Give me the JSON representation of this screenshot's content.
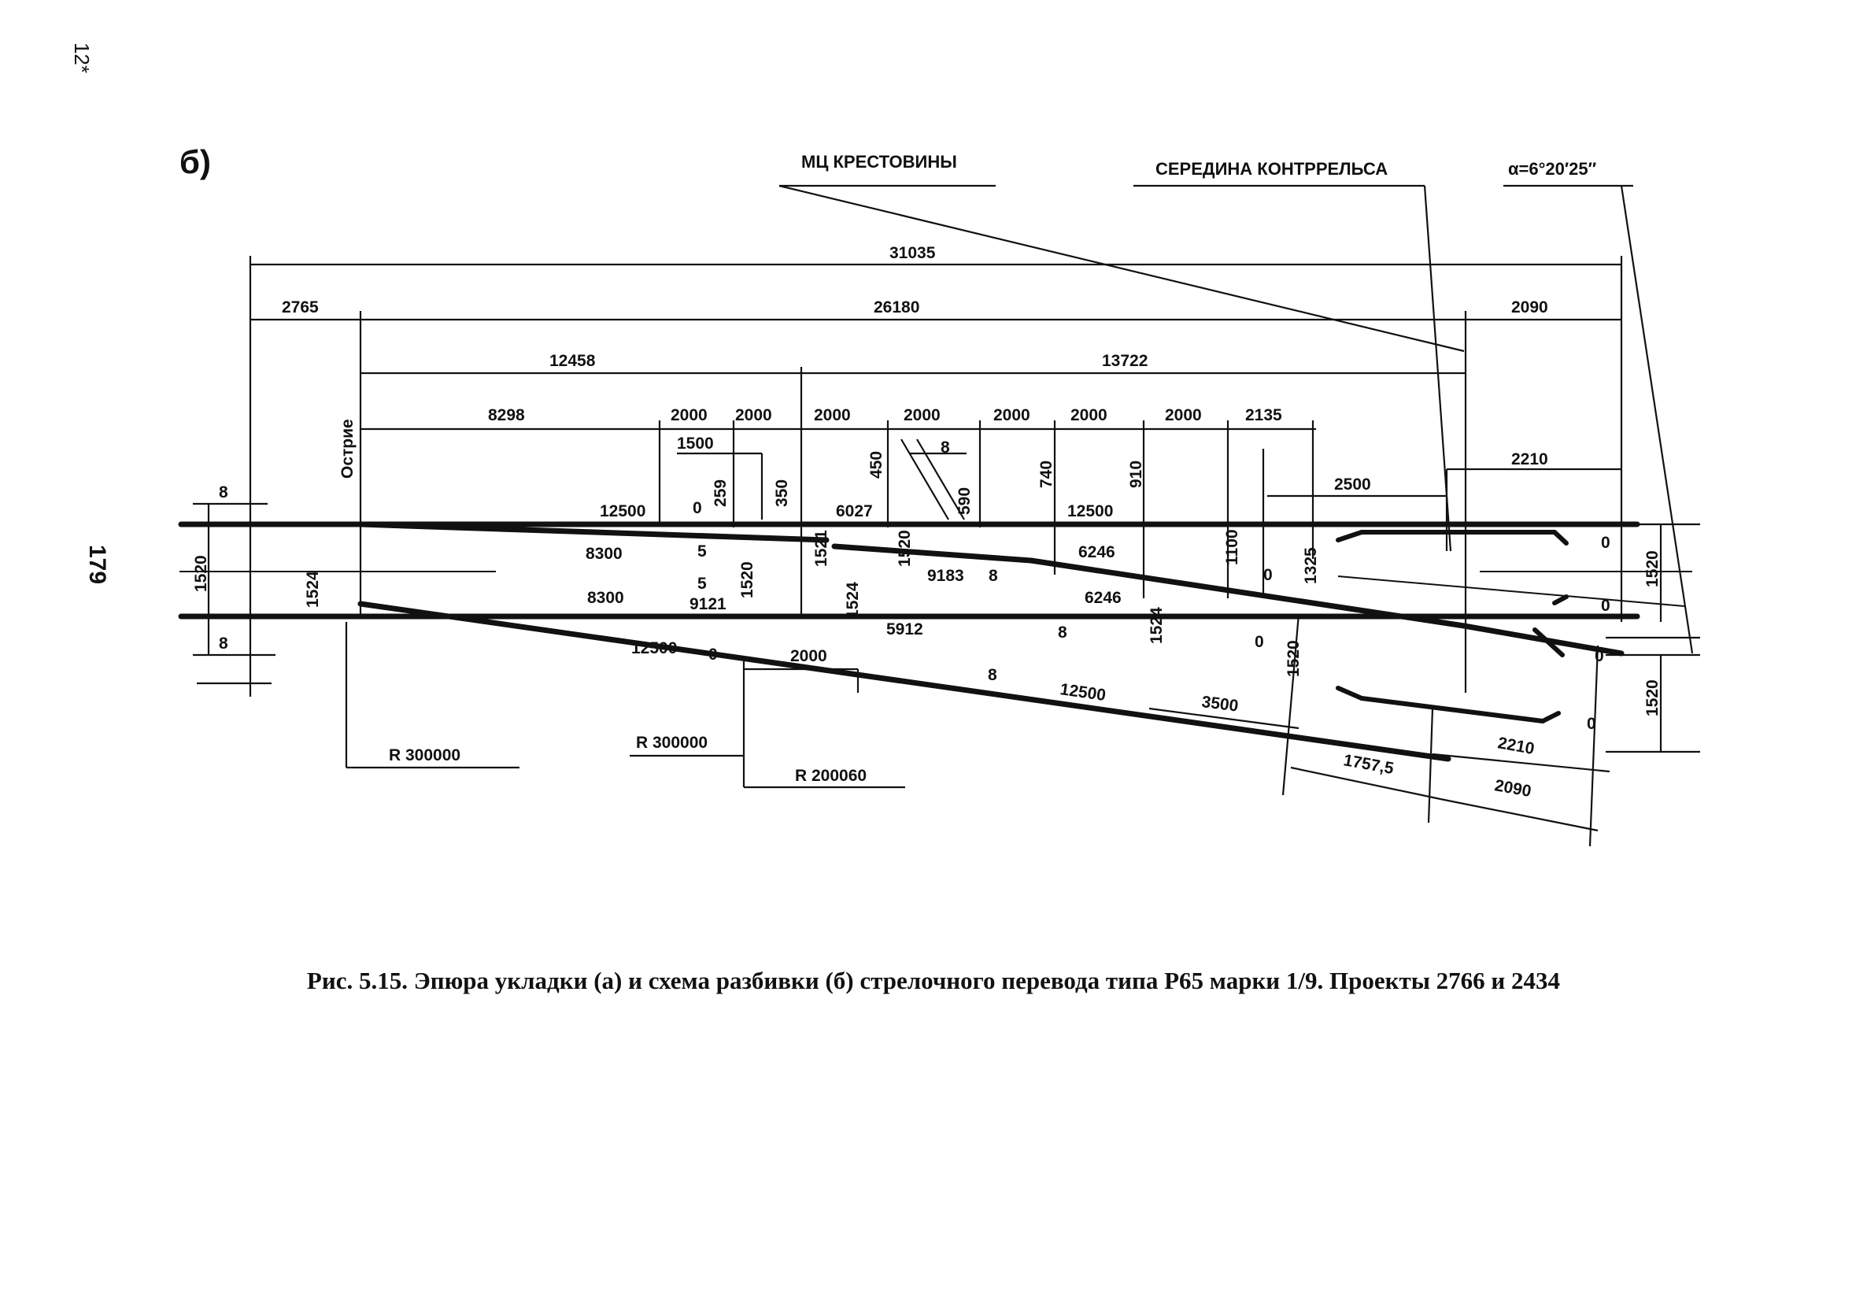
{
  "page": {
    "corner_mark": "12*",
    "page_number": "179",
    "panel_letter": "б)",
    "caption": "Рис. 5.15. Эпюра укладки (а) и схема разбивки (б) стрелочного перевода типа Р65 марки 1/9. Проекты 2766 и 2434"
  },
  "headers": {
    "frog_center": "МЦ КРЕСТОВИНЫ",
    "guard_rail_middle": "СЕРЕДИНА КОНТРРЕЛЬСА",
    "angle": "α=6°20′25″"
  },
  "dimensions": {
    "total": "31035",
    "front": "2765",
    "main": "26180",
    "rear": "2090",
    "to_frog": "12458",
    "after": "13722",
    "s1": "8298",
    "s2": "2000",
    "s3": "2000",
    "s4": "2000",
    "s5": "2000",
    "s6": "2000",
    "s7": "2000",
    "s8": "2000",
    "s9": "2135",
    "d1500": "1500",
    "d2500": "2500",
    "d2210_top": "2210",
    "d8_top": "8",
    "d8_left_top": "8",
    "d8_left_bot": "8",
    "v259": "259",
    "v350": "350",
    "v450": "450",
    "v590": "590",
    "v740": "740",
    "v910": "910",
    "v1100": "1100",
    "v1325": "1325",
    "v1520_left": "1520",
    "v1524_left": "1524",
    "v1520_a": "1520",
    "v1521": "1521",
    "v1524_b": "1524",
    "v1520_b": "1520",
    "v1524_c": "1524",
    "v1520_c": "1520",
    "v1520_right_a": "1520",
    "v1520_right_b": "1520",
    "r12500_a": "12500",
    "r0_a": "0",
    "r6027": "6027",
    "r12500_b": "12500",
    "r8300_a": "8300",
    "r5_a": "5",
    "r8300_b": "8300",
    "r5_b": "5",
    "r9121": "9121",
    "r9183": "9183",
    "r8_mid": "8",
    "r6246_a": "6246",
    "r6246_b": "6246",
    "r0_b": "0",
    "r0_c": "0",
    "r0_d": "0",
    "r0_e": "0",
    "r0_f": "0",
    "r0_g": "0",
    "r12500_c": "12500",
    "r0_h": "0",
    "r5912": "5912",
    "r8_low": "8",
    "r2000_low": "2000",
    "r8_low2": "8",
    "r12500_d": "12500",
    "r3500": "3500",
    "r2210_low": "2210",
    "r1757": "1757,5",
    "r2090_low": "2090",
    "rad1": "R 300000",
    "rad2": "R 300000",
    "rad3": "R 200060",
    "point_label": "Острие"
  }
}
